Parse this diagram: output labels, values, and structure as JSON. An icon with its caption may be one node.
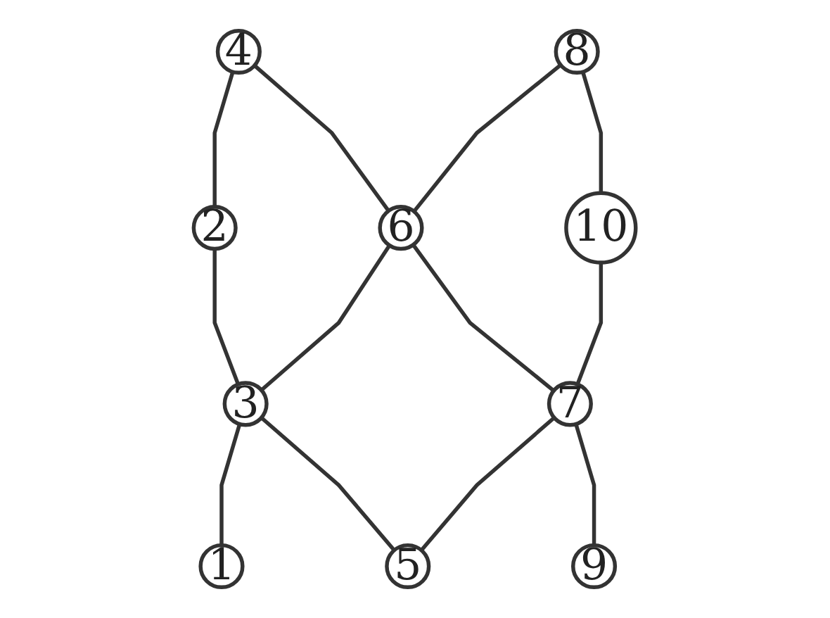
{
  "diagram": {
    "nodes": [
      {
        "text": [
          "4"
        ]
      },
      {
        "text": [
          "8"
        ]
      },
      {
        "text": [
          "2"
        ]
      },
      {
        "text": [
          "6"
        ]
      },
      {
        "text": [
          "10"
        ]
      },
      {
        "text": [
          "3"
        ]
      },
      {
        "text": [
          "7"
        ]
      },
      {
        "text": [
          "1"
        ]
      },
      {
        "text": [
          "5"
        ]
      },
      {
        "text": [
          "9"
        ]
      }
    ],
    "edges": [
      {
        "from": 0,
        "to": 2,
        "arrow": "none"
      },
      {
        "from": 0,
        "to": 3,
        "arrow": "none"
      },
      {
        "from": 1,
        "to": 3,
        "arrow": "none"
      },
      {
        "from": 1,
        "to": 4,
        "arrow": "none"
      },
      {
        "from": 2,
        "to": 5,
        "arrow": "none"
      },
      {
        "from": 3,
        "to": 5,
        "arrow": "none"
      },
      {
        "from": 3,
        "to": 6,
        "arrow": "none"
      },
      {
        "from": 4,
        "to": 6,
        "arrow": "none"
      },
      {
        "from": 5,
        "to": 7,
        "arrow": "none"
      },
      {
        "from": 5,
        "to": 8,
        "arrow": "none"
      },
      {
        "from": 6,
        "to": 8,
        "arrow": "none"
      },
      {
        "from": 6,
        "to": 9,
        "arrow": "none"
      }
    ]
  }
}
